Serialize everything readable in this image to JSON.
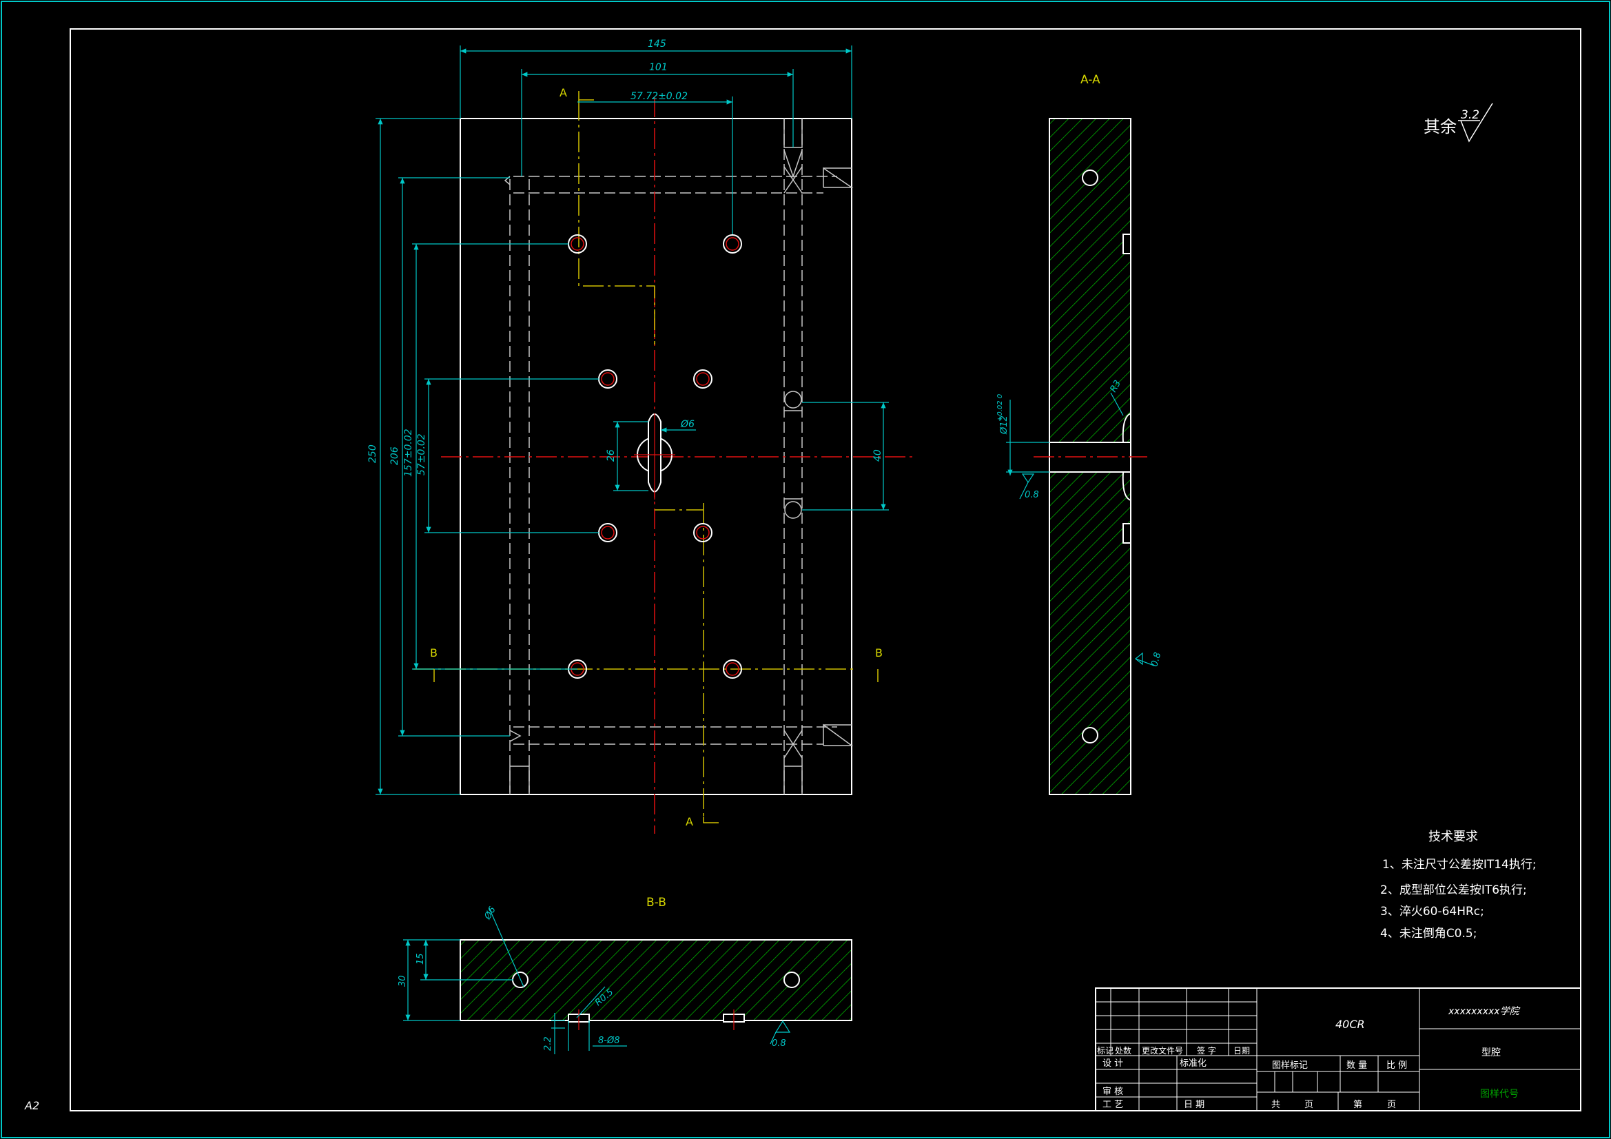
{
  "sheet": {
    "size_label": "A2"
  },
  "colors": {
    "border": "#ffffff",
    "dimension": "#00c8c8",
    "centerline_red": "#e01010",
    "centerline_yellow": "#d0c000",
    "hidden_line": "#c8c8c8",
    "hatch": "#00b000",
    "section_label": "#d8d800",
    "material_code": "#00a000"
  },
  "front_view": {
    "dims": {
      "width": "145",
      "hole_span": "101",
      "offset": "57.72±0.02",
      "height": "250",
      "h206": "206",
      "h157": "157±0.02",
      "h57": "57±0.02",
      "slot_w": "26",
      "pin_dia": "Ø6",
      "v40": "40"
    },
    "section_a_top": "A",
    "section_a_bottom": "A",
    "section_b_left": "B",
    "section_b_right": "B"
  },
  "section_aa": {
    "title": "A-A",
    "dia_label": "Ø12",
    "dia_tol": "+0.02\n0",
    "rough1": "0.8",
    "rough2": "0.8",
    "r_label": "R3"
  },
  "section_bb": {
    "title": "B-B",
    "dims": {
      "h30": "30",
      "h15": "15",
      "d6": "Ø6",
      "r05": "R0.5",
      "h22": "2.2",
      "holes": "8-Ø8"
    },
    "rough": "0.8"
  },
  "surface_default": {
    "prefix": "其余",
    "value": "3.2"
  },
  "tech_requirements": {
    "title": "技术要求",
    "items": [
      "1、未注尺寸公差按IT14执行;",
      "2、成型部位公差按IT6执行;",
      "3、淬火60-64HRc;",
      "4、未注倒角C0.5;"
    ]
  },
  "title_block": {
    "material": "40CR",
    "school": "xxxxxxxxx学院",
    "part_name": "型腔",
    "drawing_no": "图样代号",
    "rev_headers": [
      "标记",
      "处数",
      "更改文件号",
      "签 字",
      "日期"
    ],
    "design": "设 计",
    "standardize": "标准化",
    "audit": "审 核",
    "process": "工 艺",
    "date": "日 期",
    "marking": "图样标记",
    "quantity": "数 量",
    "scale": "比 例",
    "total": "共",
    "page": "页",
    "sheet": "第",
    "page2": "页"
  }
}
